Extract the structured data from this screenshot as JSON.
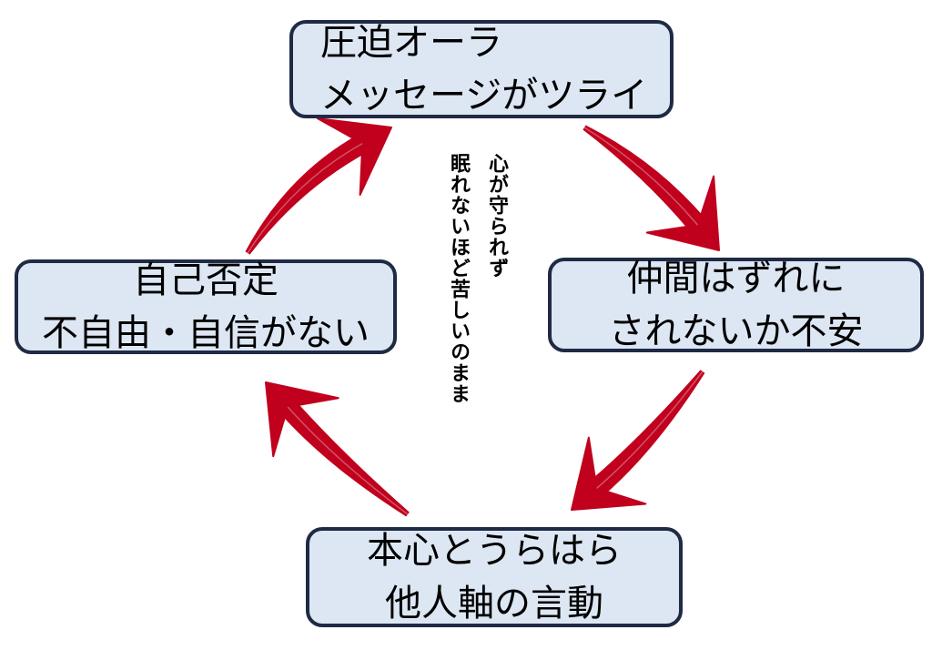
{
  "nodes": {
    "top": {
      "line1": "圧迫オーラ",
      "line2": "メッセージがツライ"
    },
    "right": {
      "line1": "仲間はずれに",
      "line2": "されないか不安"
    },
    "bottom": {
      "line1": "本心とうらはら",
      "line2": "他人軸の言動"
    },
    "left": {
      "line1": "自己否定",
      "line2": "不自由・自信がない"
    }
  },
  "center_text": {
    "line1": "心が守られず",
    "line2": "眠れないほど苦しいのまま"
  },
  "colors": {
    "node_fill": "#dde7f3",
    "node_border": "#1f2a44",
    "arrow": "#c0001d",
    "arrow_highlight": "#f2f2f2"
  },
  "arrows": [
    {
      "name": "arrow-top-to-right",
      "from": "top",
      "to": "right"
    },
    {
      "name": "arrow-right-to-bottom",
      "from": "right",
      "to": "bottom"
    },
    {
      "name": "arrow-bottom-to-left",
      "from": "bottom",
      "to": "left"
    },
    {
      "name": "arrow-left-to-top",
      "from": "left",
      "to": "top"
    }
  ]
}
